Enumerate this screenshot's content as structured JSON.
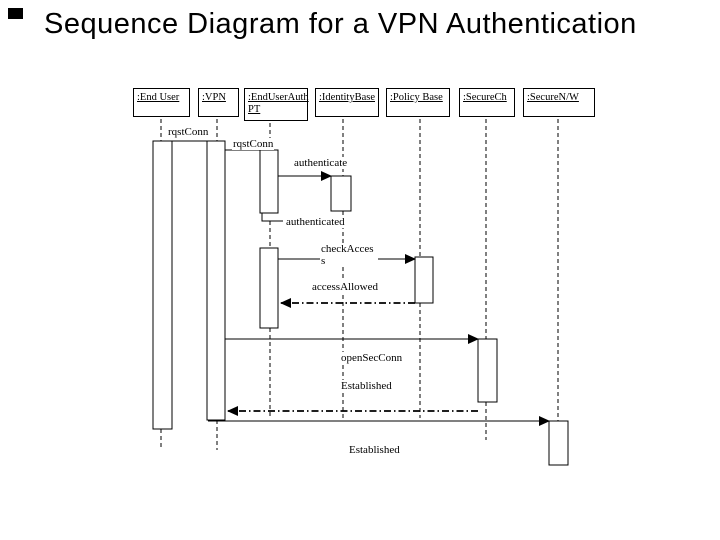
{
  "title": "Sequence Diagram for a VPN Authentication",
  "actors": [
    {
      "label": ":End User"
    },
    {
      "label": ":VPN"
    },
    {
      "label": ":EndUserAuth PT"
    },
    {
      "label": ":IdentityBase"
    },
    {
      "label": ":Policy Base"
    },
    {
      "label": ":SecureCh"
    },
    {
      "label": ":SecureN/W"
    }
  ],
  "messages": [
    {
      "label": "rqstConn",
      "from": ":End User",
      "to": ":VPN",
      "style": "solid"
    },
    {
      "label": "rqstConn",
      "from": ":VPN",
      "to": ":EndUserAuth PT",
      "style": "solid"
    },
    {
      "label": "authenticate",
      "from": ":EndUserAuth PT",
      "to": ":IdentityBase",
      "style": "solid-arrow"
    },
    {
      "label": "authenticated",
      "from": ":IdentityBase",
      "to": ":EndUserAuth PT",
      "style": "return"
    },
    {
      "label": "checkAcces s",
      "from": ":EndUserAuth PT",
      "to": ":Policy Base",
      "style": "solid-arrow"
    },
    {
      "label": "accessAllowed",
      "from": ":Policy Base",
      "to": ":EndUserAuth PT",
      "style": "dash-dot-arrow"
    },
    {
      "label": "openSecConn",
      "from": ":VPN",
      "to": ":SecureCh",
      "style": "solid-arrow"
    },
    {
      "label": "Established",
      "from": ":SecureCh",
      "to": ":VPN",
      "style": "dash-dot-arrow"
    },
    {
      "label": "Established",
      "from": ":VPN",
      "to": ":SecureN/W",
      "style": "solid-arrow"
    }
  ],
  "colors": {
    "line": "#000000",
    "text": "#000000",
    "background": "#ffffff"
  }
}
